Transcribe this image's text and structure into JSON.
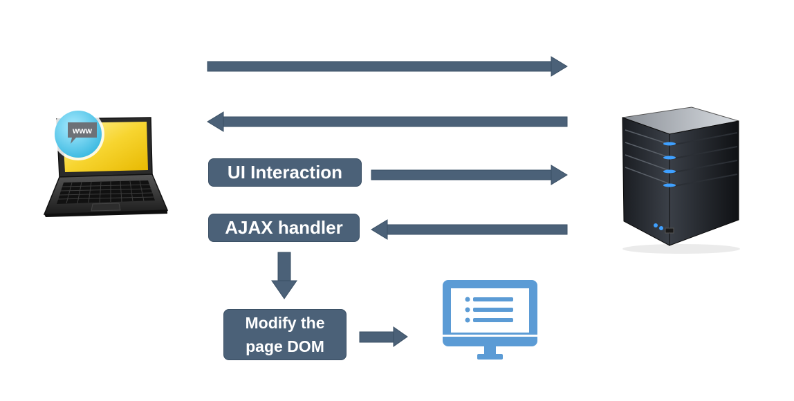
{
  "diagram": {
    "nodes": {
      "laptop": {
        "icon": "laptop-icon",
        "badge_text": "www"
      },
      "server": {
        "icon": "server-icon"
      },
      "monitor": {
        "icon": "monitor-icon"
      },
      "ui_interaction": {
        "label": "UI Interaction"
      },
      "ajax_handler": {
        "label": "AJAX handler"
      },
      "modify_dom": {
        "label": "Modify the page DOM"
      }
    },
    "edges": [
      {
        "from": "laptop",
        "to": "server",
        "direction": "right"
      },
      {
        "from": "server",
        "to": "laptop",
        "direction": "left"
      },
      {
        "from": "ui_interaction",
        "to": "server",
        "direction": "right"
      },
      {
        "from": "server",
        "to": "ajax_handler",
        "direction": "left"
      },
      {
        "from": "ajax_handler",
        "to": "modify_dom",
        "direction": "down"
      },
      {
        "from": "modify_dom",
        "to": "monitor",
        "direction": "right"
      }
    ],
    "colors": {
      "arrow": "#4b6178",
      "box_fill": "#4b6178",
      "box_text": "#ffffff",
      "monitor": "#5b9bd5",
      "laptop_screen": "#f7d530",
      "badge": "#59c8e8",
      "server_light": "#3fa0ff"
    }
  }
}
